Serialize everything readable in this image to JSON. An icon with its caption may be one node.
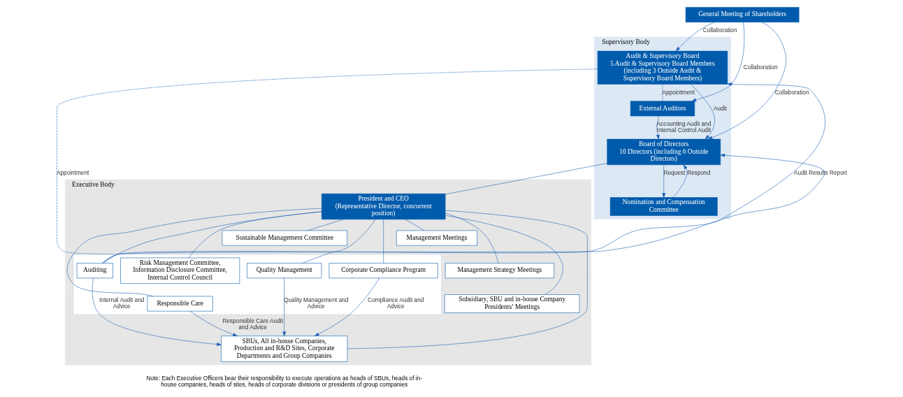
{
  "diagram": {
    "nodes": [
      {
        "text": [
          "General Meeting of Shareholders"
        ]
      },
      {
        "text": [
          "Supervisory Body"
        ]
      },
      {
        "text": [
          "External Auditors"
        ],
        "in": 1
      },
      {
        "text": [
          "Audit & Supervisory Board",
          "5 Audit & Supervisory Board Members (including 3 Outside Audit & Supervisory Board Members)"
        ],
        "in": 1
      },
      {
        "text": [
          "Board of Directors",
          "10 Directors (including 6 Outside Directors)"
        ],
        "in": 1
      },
      {
        "text": [
          "Nomination and Compensation Committee"
        ],
        "in": 1
      },
      {
        "text": [
          "Executive Body"
        ]
      },
      {
        "text": [
          "President and CEO",
          "(Representative Director, concurrent position)"
        ],
        "in": 6
      },
      {
        "text": [
          "Sustainable Management Committee"
        ],
        "in": 6
      },
      {
        "text": [],
        "shape": "box",
        "in": 6
      },
      {
        "text": [
          "Risk Management Committee, Information Disclosure Committee, Internal Control Council"
        ],
        "in": 9
      },
      {
        "text": [
          "Auditing"
        ],
        "in": 9
      },
      {
        "text": [
          "Responsible Care"
        ],
        "in": 9
      },
      {
        "text": [
          "Quality Management"
        ],
        "in": 9
      },
      {
        "text": [
          "Corporate Compliance Program"
        ],
        "in": 9
      },
      {
        "text": [
          "Management Meetings"
        ],
        "in": 6
      },
      {
        "text": [
          "Management Strategy Meetings"
        ],
        "in": 6
      },
      {
        "text": [
          "Subsidiary, SBU and in-house Company Presidents’ Meetings"
        ],
        "in": 6
      },
      {
        "text": [
          "SBUs, All in-house Companies, Production and R&D Sites, Corporate Departments and Group Companies"
        ],
        "in": 6
      }
    ],
    "edges": [
      {
        "from": 0,
        "to": 2,
        "arrow": "to",
        "label": "Collaboration"
      },
      {
        "from": 0,
        "to": 3,
        "arrow": "to",
        "label": "Collaboration"
      },
      {
        "from": 0,
        "to": 4,
        "arrow": "to",
        "label": "Collaboration"
      },
      {
        "from": 3,
        "to": 2,
        "arrow": "none",
        "label": "Appointment",
        "style": "dashed"
      },
      {
        "from": 3,
        "to": 4,
        "arrow": "to",
        "label": "Audit"
      },
      {
        "from": 2,
        "to": 4,
        "arrow": "to",
        "label": "Accounting Audit and Internal Control Audit"
      },
      {
        "from": 4,
        "to": 5,
        "arrow": "to",
        "label": "Request"
      },
      {
        "from": 5,
        "to": 4,
        "arrow": "to",
        "label": "Respond"
      },
      {
        "from": 11,
        "to": 3,
        "arrow": "to",
        "label": "Audit Results Report"
      },
      {
        "from": 11,
        "to": 4,
        "arrow": "to"
      },
      {
        "from": 3,
        "to": 9,
        "arrow": "none",
        "label": "Appointment",
        "style": "dashed"
      },
      {
        "from": 4,
        "to": 7,
        "arrow": "none"
      },
      {
        "from": 7,
        "to": 8,
        "arrow": "none"
      },
      {
        "from": 7,
        "to": 10,
        "arrow": "none"
      },
      {
        "from": 7,
        "to": 15,
        "arrow": "none"
      },
      {
        "from": 7,
        "to": 16,
        "arrow": "none"
      },
      {
        "from": 7,
        "to": 17,
        "arrow": "none"
      },
      {
        "from": 7,
        "to": 11,
        "arrow": "none"
      },
      {
        "from": 7,
        "to": 12,
        "arrow": "none"
      },
      {
        "from": 7,
        "to": 13,
        "arrow": "none"
      },
      {
        "from": 7,
        "to": 14,
        "arrow": "none"
      },
      {
        "from": 7,
        "to": 18,
        "arrow": "none"
      },
      {
        "from": 11,
        "to": 18,
        "arrow": "to",
        "label": "Internal Audit and Advice"
      },
      {
        "from": 12,
        "to": 18,
        "arrow": "to",
        "label": "Responsible Care Audit and Advice"
      },
      {
        "from": 13,
        "to": 18,
        "arrow": "to",
        "label": "Quality Management and Advice"
      },
      {
        "from": 14,
        "to": 18,
        "arrow": "to",
        "label": "Compliance Audit and Advice"
      }
    ],
    "labels": [
      "Note: Each Executive Officers bear their responsibility to execute operations as heads of SBUs, heads of in-house companies, heads of sites, heads of corporate divisions or presidents of group companies"
    ]
  }
}
